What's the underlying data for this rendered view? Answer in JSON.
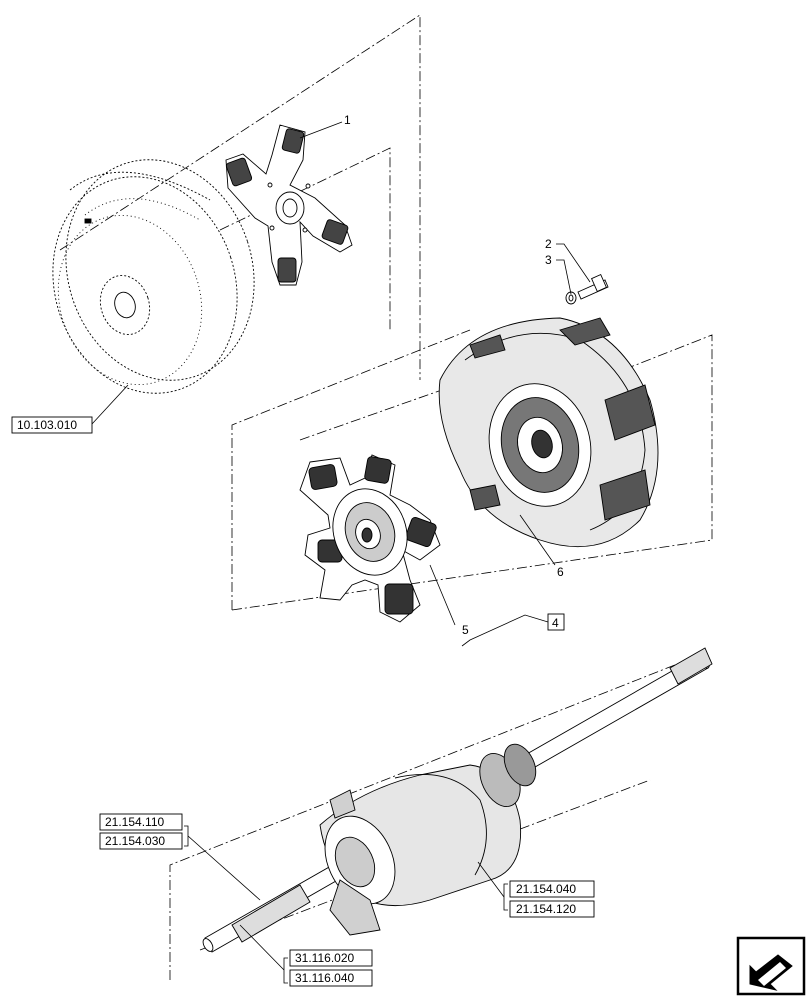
{
  "callouts": {
    "c1": "1",
    "c2": "2",
    "c3": "3",
    "c4": "4",
    "c5": "5",
    "c6": "6"
  },
  "refs": {
    "flywheel": "10.103.010",
    "shaft_a1": "21.154.110",
    "shaft_a2": "21.154.030",
    "housing_b1": "21.154.040",
    "housing_b2": "21.154.120",
    "spline_c1": "31.116.020",
    "spline_c2": "31.116.040"
  },
  "nav": {
    "icon": "arrow-left-icon"
  }
}
